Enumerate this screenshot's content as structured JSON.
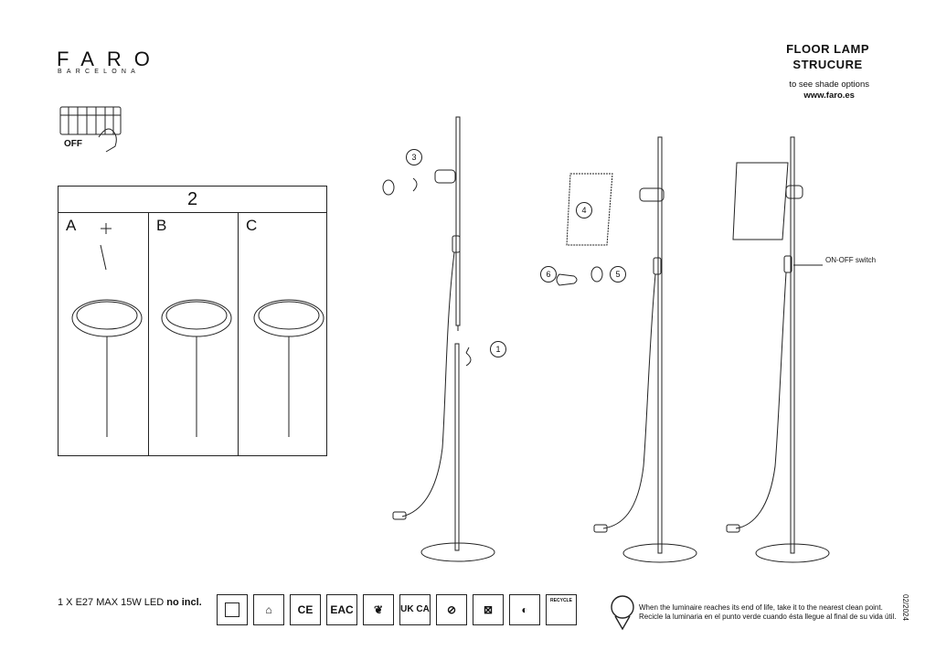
{
  "brand": {
    "name": "FARO",
    "sub": "BARCELONA"
  },
  "header": {
    "title_line1": "FLOOR LAMP",
    "title_line2": "STRUCURE",
    "note": "to see shade options",
    "url": "www.faro.es"
  },
  "off_label": "OFF",
  "panel": {
    "step": "2",
    "options": [
      "A",
      "B",
      "C"
    ]
  },
  "steps": [
    "1",
    "3",
    "4",
    "5",
    "6"
  ],
  "switch_label": "ON-OFF switch",
  "bulb_spec_prefix": "1 X E27 MAX 15W LED ",
  "bulb_spec_suffix": "no incl.",
  "cert_icons": [
    {
      "icon": "class-ii-icon",
      "text": ""
    },
    {
      "icon": "indoor-home-icon",
      "text": ""
    },
    {
      "icon": "ce-mark-icon",
      "text": "CE"
    },
    {
      "icon": "eac-mark-icon",
      "text": "EAC"
    },
    {
      "icon": "energy-leaf-icon",
      "text": ""
    },
    {
      "icon": "ukca-mark-icon",
      "text": "UK CA"
    },
    {
      "icon": "no-hand-icon",
      "text": ""
    },
    {
      "icon": "weee-bin-icon",
      "text": ""
    },
    {
      "icon": "green-dot-icon",
      "text": ""
    },
    {
      "icon": "recycle-bin-icon",
      "text": "RECYCLE"
    }
  ],
  "eol": {
    "en": "When the luminaire reaches its end of life, take it to the nearest clean point.",
    "es": "Recicle la luminaria en el punto verde cuando ésta llegue al final de su vida útil."
  },
  "doc_date": "02/2024"
}
